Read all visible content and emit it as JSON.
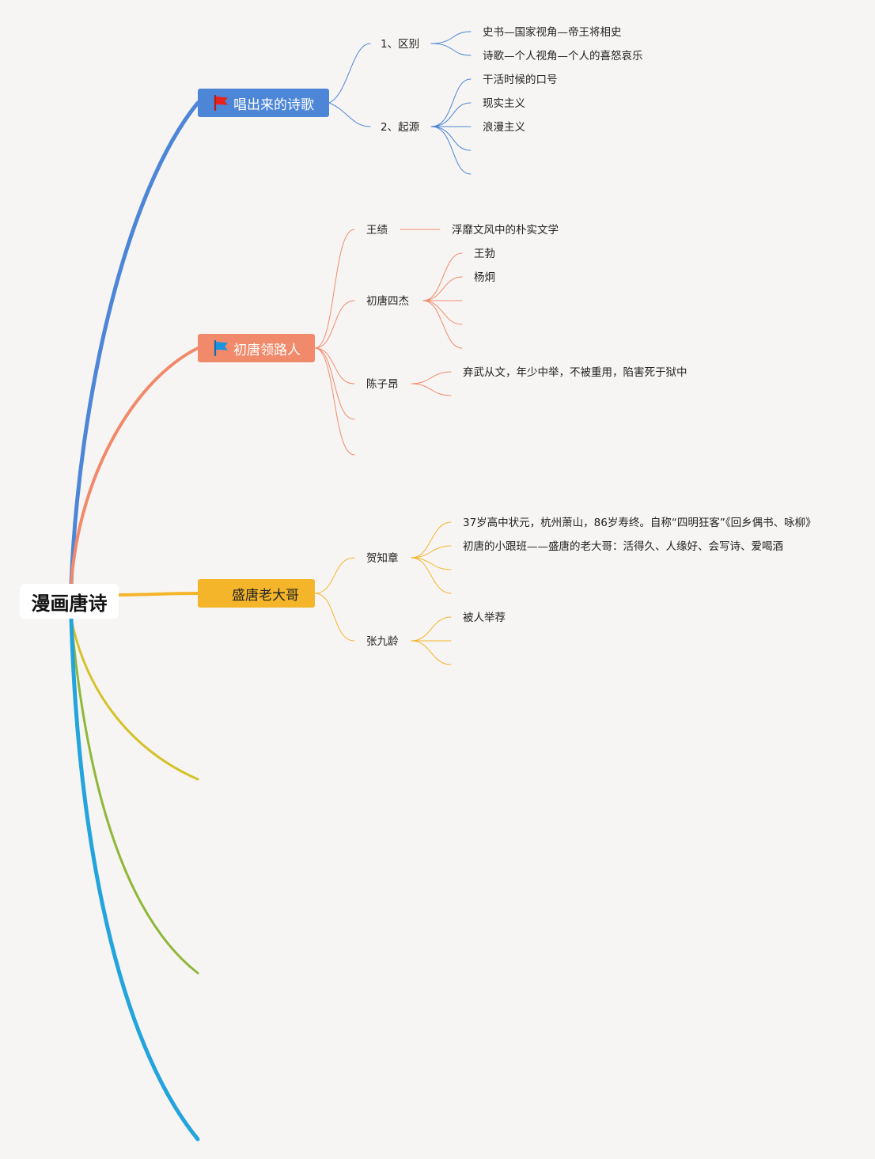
{
  "root": {
    "title": "漫画唐诗"
  },
  "colors": {
    "blue": "#4d86d6",
    "orange": "#f08a6a",
    "gold": "#f4b52a",
    "olive": "#d4c22a",
    "green": "#8fb83a",
    "cyan": "#24a4dc",
    "flag_red": "#e8231b",
    "flag_blue": "#1a93e0"
  },
  "topics": [
    {
      "label": "唱出来的诗歌",
      "flag_icon": "red-flag-icon",
      "subtopics": [
        {
          "label": "1、区别",
          "children": [
            "史书—国家视角—帝王将相史",
            "诗歌—个人视角—个人的喜怒哀乐"
          ]
        },
        {
          "label": "2、起源",
          "children": [
            "干活时候的口号",
            "现实主义",
            "浪漫主义"
          ]
        }
      ]
    },
    {
      "label": "初唐领路人",
      "flag_icon": "blue-flag-icon",
      "subtopics": [
        {
          "label": "王绩",
          "children": [
            "浮靡文风中的朴实文学"
          ]
        },
        {
          "label": "初唐四杰",
          "children": [
            "王勃",
            "杨炯"
          ]
        },
        {
          "label": "陈子昂",
          "children": [
            "弃武从文，年少中举，不被重用，陷害死于狱中"
          ]
        }
      ]
    },
    {
      "label": "盛唐老大哥",
      "subtopics": [
        {
          "label": "贺知章",
          "children": [
            "37岁高中状元，杭州萧山，86岁寿终。自称“四明狂客”《回乡偶书、咏柳》",
            "初唐的小跟班——盛唐的老大哥：活得久、人缘好、会写诗、爱喝酒"
          ]
        },
        {
          "label": "张九龄",
          "children": [
            "被人举荐"
          ]
        }
      ]
    }
  ]
}
